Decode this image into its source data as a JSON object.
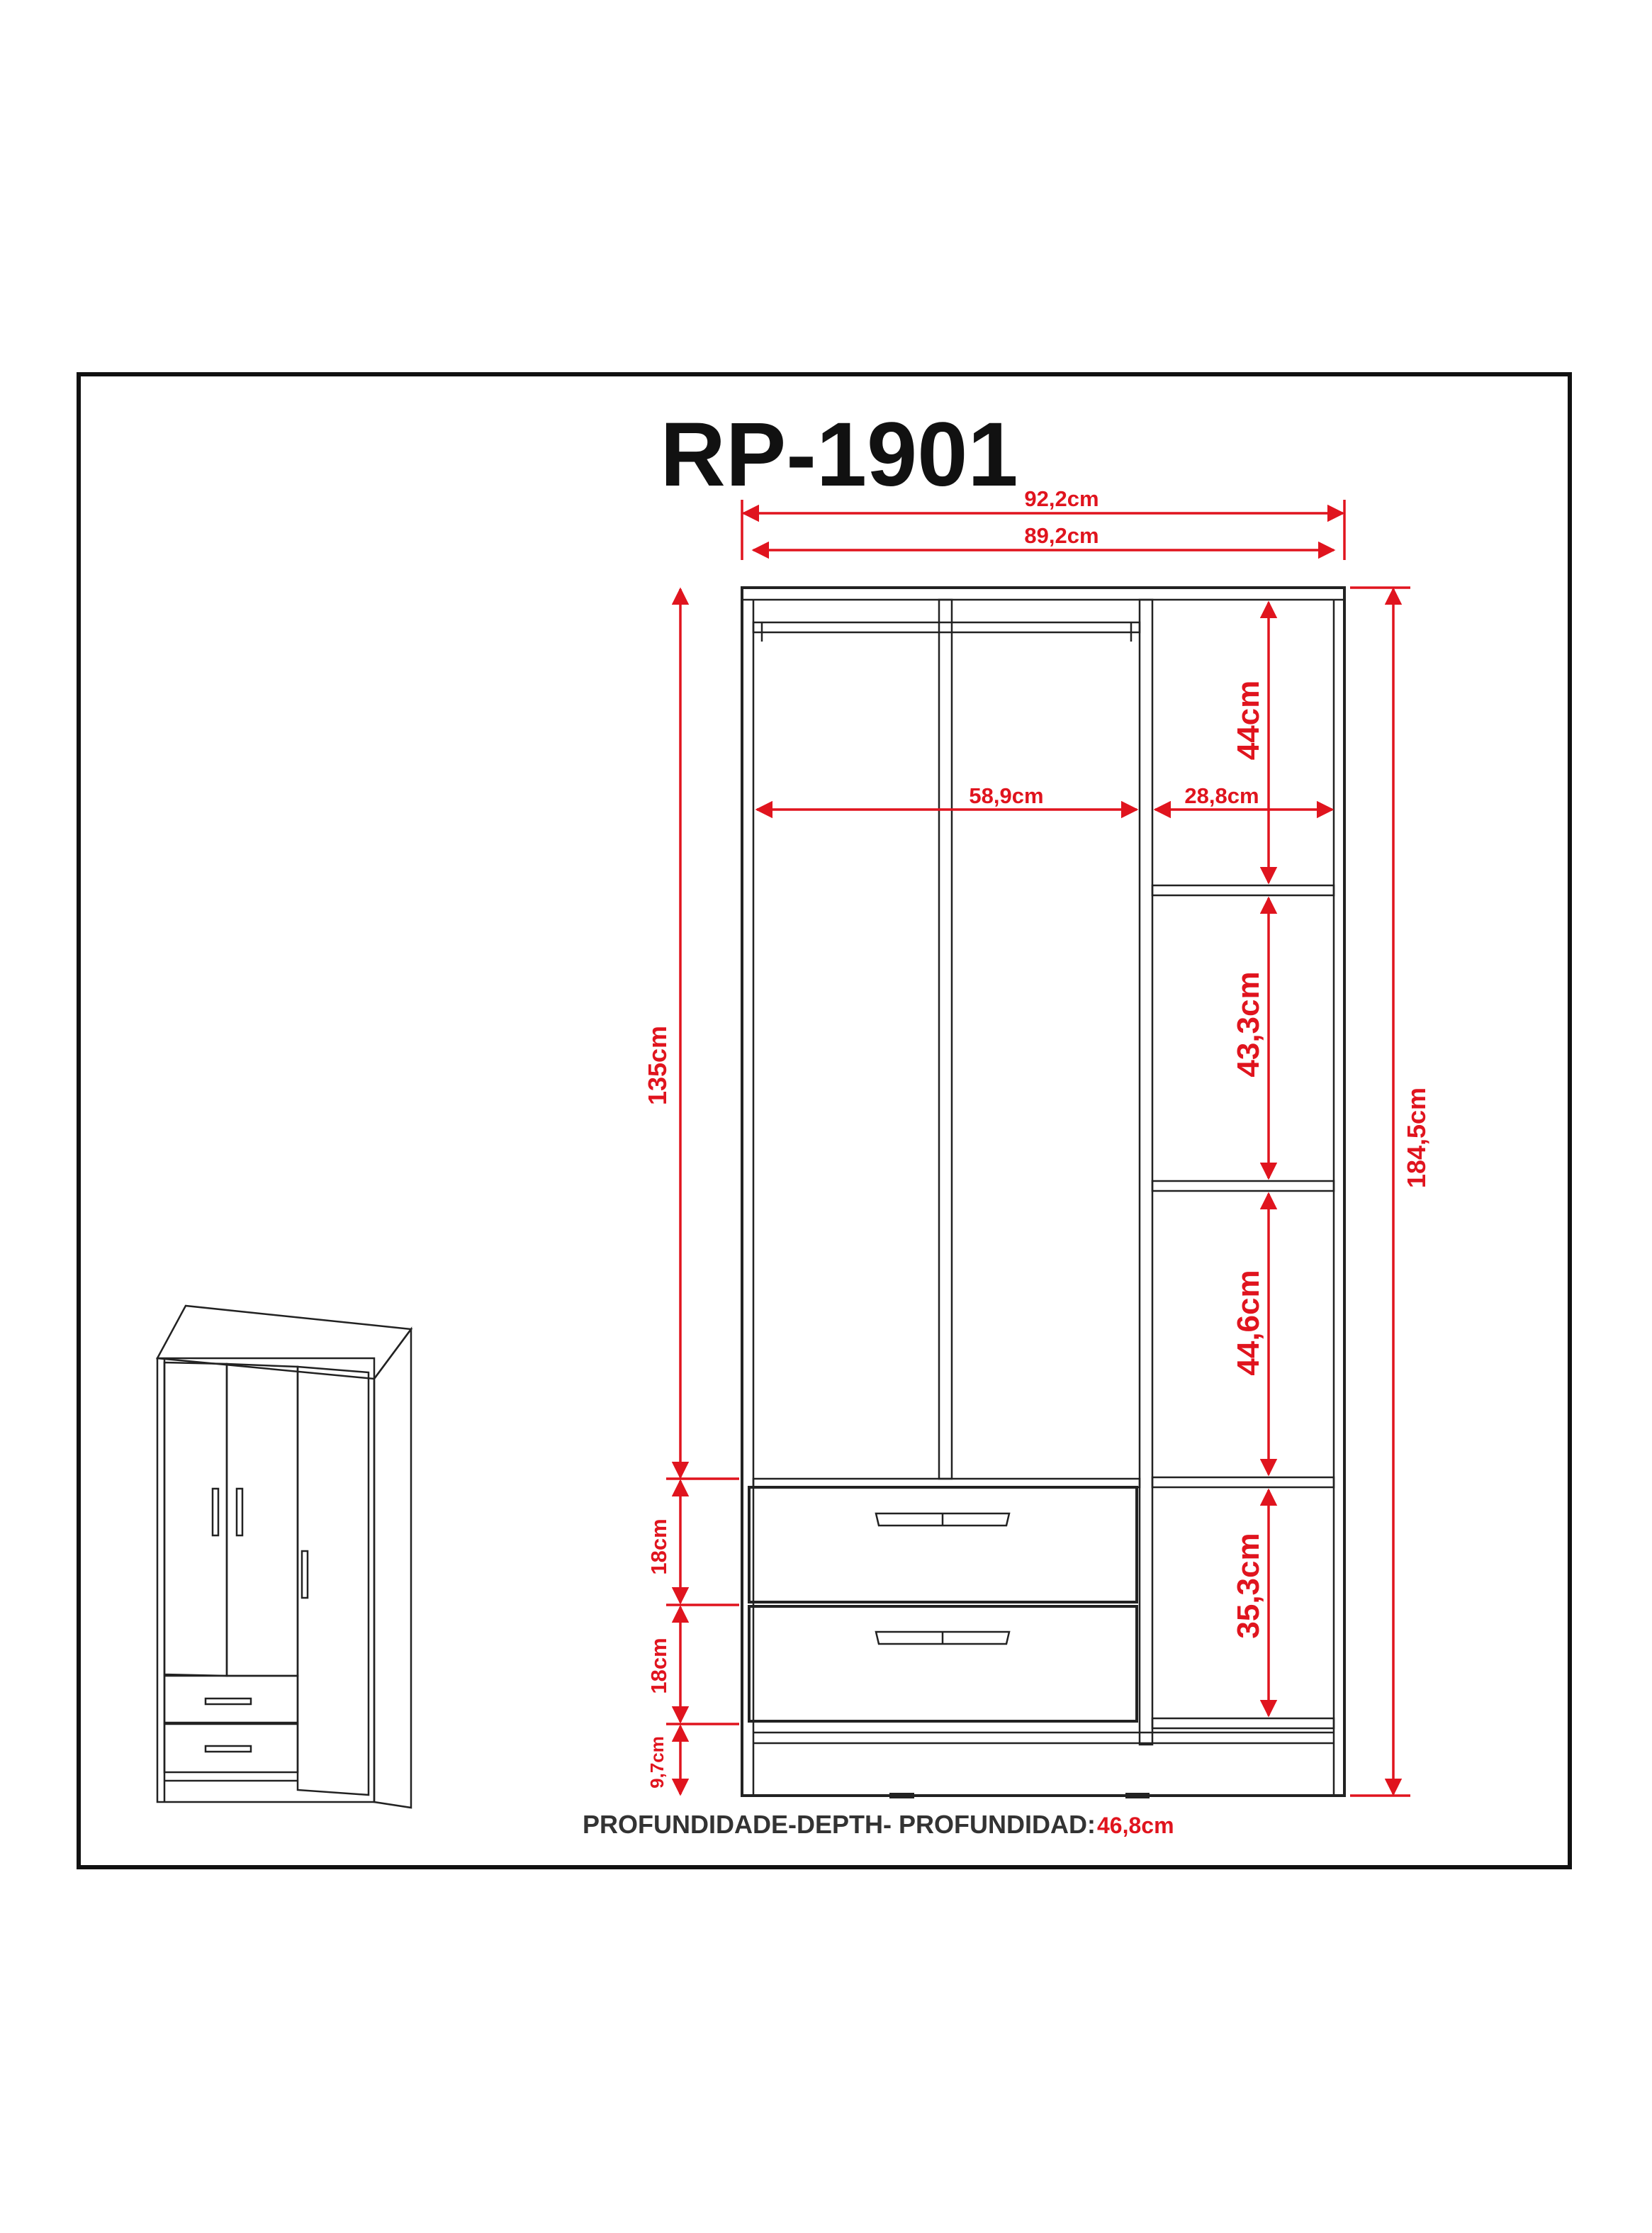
{
  "title": "RP-1901",
  "dimensions": {
    "overall_width": "92,2cm",
    "inner_width": "89,2cm",
    "overall_height": "184,5cm",
    "hanging_height": "135cm",
    "hanging_width": "58,9cm",
    "side_width": "28,8cm",
    "shelf_1": "44cm",
    "shelf_2": "43,3cm",
    "shelf_3": "44,6cm",
    "shelf_4": "35,3cm",
    "drawer_1": "18cm",
    "drawer_2": "18cm",
    "base": "9,7cm"
  },
  "depth": {
    "label": "PROFUNDIDADE-DEPTH- PROFUNDIDAD:",
    "value": "46,8cm"
  },
  "colors": {
    "dimension": "#e0141e",
    "outline": "#222222",
    "title": "#111111",
    "frame": "#111111"
  }
}
